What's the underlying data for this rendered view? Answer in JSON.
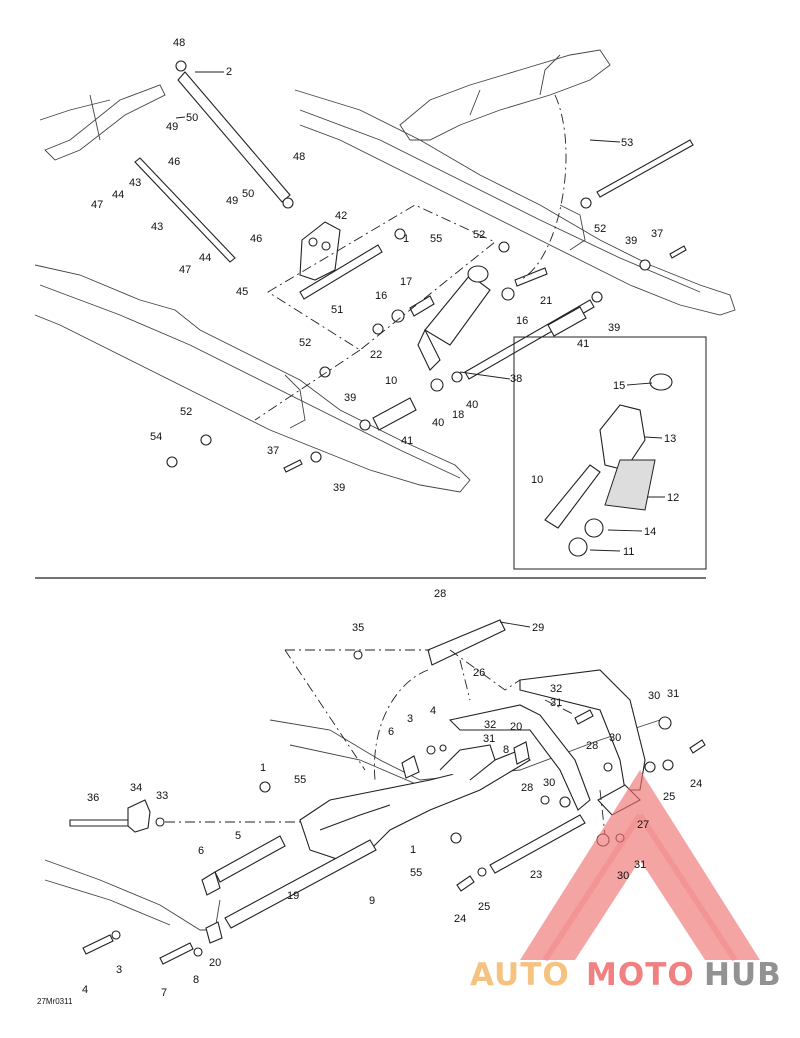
{
  "diagram": {
    "drawing_code": "27Mr0311",
    "labels": [
      {
        "id": "l48a",
        "text": "48"
      },
      {
        "id": "l2",
        "text": "2"
      },
      {
        "id": "l50a",
        "text": "50"
      },
      {
        "id": "l49a",
        "text": "49"
      },
      {
        "id": "l46a",
        "text": "46"
      },
      {
        "id": "l47a",
        "text": "47"
      },
      {
        "id": "l44a",
        "text": "44"
      },
      {
        "id": "l43a",
        "text": "43"
      },
      {
        "id": "l43b",
        "text": "43"
      },
      {
        "id": "l48b",
        "text": "48"
      },
      {
        "id": "l49b",
        "text": "49"
      },
      {
        "id": "l50b",
        "text": "50"
      },
      {
        "id": "l42",
        "text": "42"
      },
      {
        "id": "l46b",
        "text": "46"
      },
      {
        "id": "l1a",
        "text": "1"
      },
      {
        "id": "l55a",
        "text": "55"
      },
      {
        "id": "l52a",
        "text": "52"
      },
      {
        "id": "l47b",
        "text": "47"
      },
      {
        "id": "l44b",
        "text": "44"
      },
      {
        "id": "l45",
        "text": "45"
      },
      {
        "id": "l51",
        "text": "51"
      },
      {
        "id": "l17",
        "text": "17"
      },
      {
        "id": "l16a",
        "text": "16"
      },
      {
        "id": "l21",
        "text": "21"
      },
      {
        "id": "l16b",
        "text": "16"
      },
      {
        "id": "l22",
        "text": "22"
      },
      {
        "id": "l53",
        "text": "53"
      },
      {
        "id": "l52b",
        "text": "52"
      },
      {
        "id": "l39a",
        "text": "39"
      },
      {
        "id": "l37a",
        "text": "37"
      },
      {
        "id": "l39b",
        "text": "39"
      },
      {
        "id": "l41a",
        "text": "41"
      },
      {
        "id": "l52c",
        "text": "52"
      },
      {
        "id": "l10a",
        "text": "10"
      },
      {
        "id": "l38",
        "text": "38"
      },
      {
        "id": "l40a",
        "text": "40"
      },
      {
        "id": "l18",
        "text": "18"
      },
      {
        "id": "l40b",
        "text": "40"
      },
      {
        "id": "l39c",
        "text": "39"
      },
      {
        "id": "l41b",
        "text": "41"
      },
      {
        "id": "l52d",
        "text": "52"
      },
      {
        "id": "l54",
        "text": "54"
      },
      {
        "id": "l37b",
        "text": "37"
      },
      {
        "id": "l39d",
        "text": "39"
      },
      {
        "id": "l15",
        "text": "15"
      },
      {
        "id": "l13",
        "text": "13"
      },
      {
        "id": "l10b",
        "text": "10"
      },
      {
        "id": "l12",
        "text": "12"
      },
      {
        "id": "l14",
        "text": "14"
      },
      {
        "id": "l11",
        "text": "11"
      },
      {
        "id": "l28a",
        "text": "28"
      },
      {
        "id": "l29",
        "text": "29"
      },
      {
        "id": "l35",
        "text": "35"
      },
      {
        "id": "l26",
        "text": "26"
      },
      {
        "id": "l32a",
        "text": "32"
      },
      {
        "id": "l31a",
        "text": "31"
      },
      {
        "id": "l30a",
        "text": "30"
      },
      {
        "id": "l31b",
        "text": "31"
      },
      {
        "id": "l3a",
        "text": "3"
      },
      {
        "id": "l4a",
        "text": "4"
      },
      {
        "id": "l32b",
        "text": "32"
      },
      {
        "id": "l31c",
        "text": "31"
      },
      {
        "id": "l6a",
        "text": "6"
      },
      {
        "id": "l20a",
        "text": "20"
      },
      {
        "id": "l8a",
        "text": "8"
      },
      {
        "id": "l28b",
        "text": "28"
      },
      {
        "id": "l30b",
        "text": "30"
      },
      {
        "id": "l24a",
        "text": "24"
      },
      {
        "id": "l1b",
        "text": "1"
      },
      {
        "id": "l55b",
        "text": "55"
      },
      {
        "id": "l28c",
        "text": "28"
      },
      {
        "id": "l30c",
        "text": "30"
      },
      {
        "id": "l25a",
        "text": "25"
      },
      {
        "id": "l34",
        "text": "34"
      },
      {
        "id": "l36",
        "text": "36"
      },
      {
        "id": "l33",
        "text": "33"
      },
      {
        "id": "l5",
        "text": "5"
      },
      {
        "id": "l27",
        "text": "27"
      },
      {
        "id": "l6b",
        "text": "6"
      },
      {
        "id": "l1c",
        "text": "1"
      },
      {
        "id": "l55c",
        "text": "55"
      },
      {
        "id": "l30d",
        "text": "30"
      },
      {
        "id": "l31d",
        "text": "31"
      },
      {
        "id": "l23",
        "text": "23"
      },
      {
        "id": "l9",
        "text": "9"
      },
      {
        "id": "l19",
        "text": "19"
      },
      {
        "id": "l24b",
        "text": "24"
      },
      {
        "id": "l25b",
        "text": "25"
      },
      {
        "id": "l3b",
        "text": "3"
      },
      {
        "id": "l8b",
        "text": "8"
      },
      {
        "id": "l20b",
        "text": "20"
      },
      {
        "id": "l4b",
        "text": "4"
      },
      {
        "id": "l7",
        "text": "7"
      }
    ]
  },
  "watermark": {
    "word_auto": "AUTO",
    "word_moto": "MOTO",
    "word_hub": "HUB",
    "color_auto": "#f5b86a",
    "color_moto": "#ef6b6b",
    "color_hub": "#7f7f7f",
    "triangle_color": "#f07070"
  }
}
